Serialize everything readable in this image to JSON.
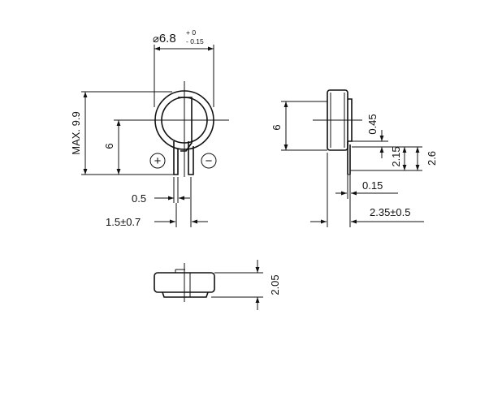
{
  "front_view": {
    "diameter_symbol": "⌀",
    "diameter_value": "6.8",
    "tol_upper": "+ 0",
    "tol_lower": "- 0.15",
    "max_height": "MAX. 9.9",
    "height": "6",
    "lead_width": "0.5",
    "lead_spacing": "1.5±0.7",
    "plus": "+",
    "minus": "−"
  },
  "side_view": {
    "height": "6",
    "thickness": "0.45",
    "dim_215": "2.15",
    "dim_26": "2.6",
    "lead_thickness": "0.15",
    "depth": "2.35±0.5"
  },
  "bottom_view": {
    "height": "2.05"
  }
}
